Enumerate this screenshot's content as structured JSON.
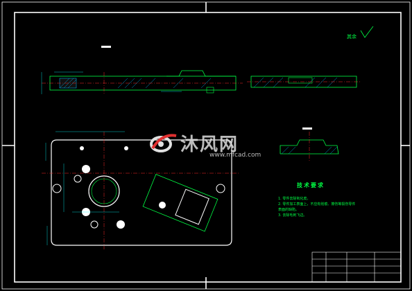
{
  "watermark": {
    "brand": "沐风网",
    "url": "www.mfcad.com"
  },
  "technical_requirements": {
    "title": "技术要求",
    "items": [
      "1. 零件去除氧化皮。",
      "2. 零件加工表面上，不应有划痕、擦伤等损伤零件",
      "   表面的缺陷。",
      "3. 去除毛刺飞边。"
    ]
  },
  "surface_note": "其余",
  "colors": {
    "border": "#ffffff",
    "part_lines": "#00ff44",
    "centerlines": "#ff2a2a",
    "dimensions": "#00ffff",
    "hatch": "#00bfff"
  }
}
